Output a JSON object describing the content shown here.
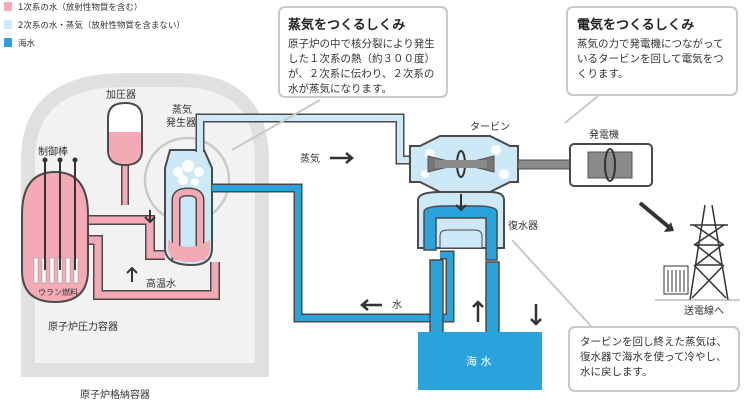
{
  "legend": {
    "primary_water": "1次系の水（放射性物質を含む）",
    "secondary_water": "2次系の水・蒸気（放射性物質を含まない）",
    "seawater": "海水"
  },
  "labels": {
    "pressurizer": "加圧器",
    "steam_generator_1": "蒸気",
    "steam_generator_2": "発生器",
    "control_rods": "制御棒",
    "uranium_fuel": "ウラン燃料",
    "reactor_pressure_vessel": "原子炉圧力容器",
    "containment_vessel": "原子炉格納容器",
    "hot_water": "高温水",
    "steam": "蒸気",
    "water": "水",
    "turbine": "タービン",
    "generator": "発電機",
    "condenser": "復水器",
    "seawater": "海 水",
    "transmission_line": "送電線へ"
  },
  "callouts": {
    "steam": {
      "title": "蒸気をつくるしくみ",
      "body": "原子炉の中で核分裂により発生した１次系の熱（約３００度）が、２次系に伝わり、２次系の水が蒸気になります。"
    },
    "electricity": {
      "title": "電気をつくるしくみ",
      "body": "蒸気の力で発電機につながっているタービンを回して電気をつくります。"
    },
    "condenser": {
      "body": "タービンを回し終えた蒸気は、復水器で海水を使って冷やし、水に戻します。"
    }
  },
  "colors": {
    "primary": "#f4aab5",
    "secondary_light": "#cde8f6",
    "seawater": "#2aa3dc",
    "pipe_outline": "#4a4a4a"
  }
}
